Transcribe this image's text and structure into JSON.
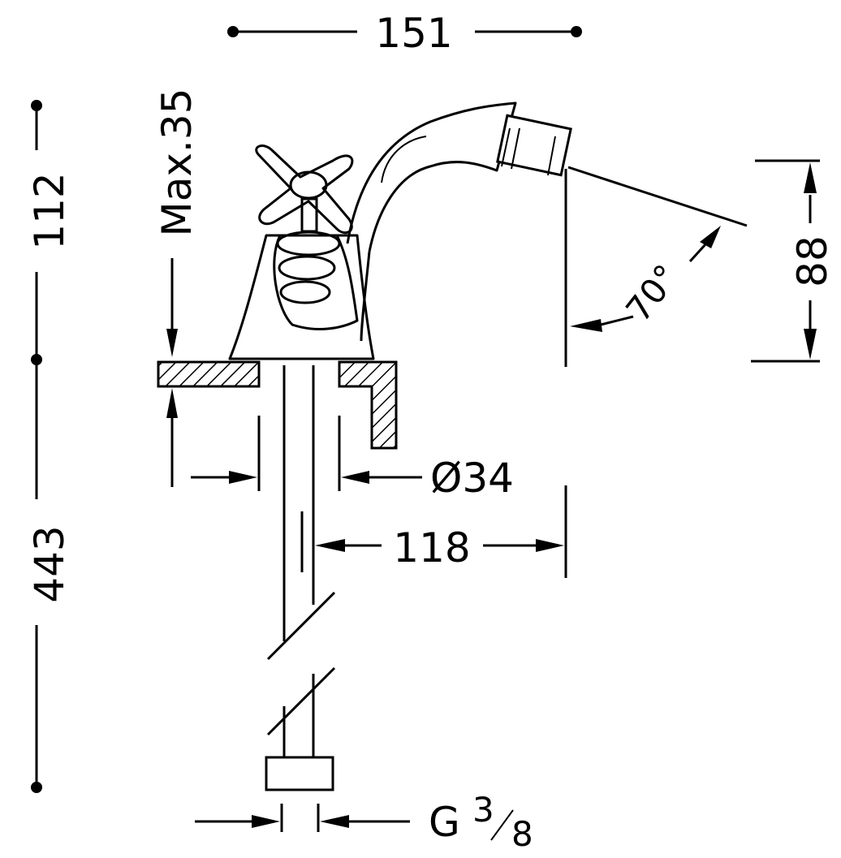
{
  "dimensions": {
    "overall_width": "151",
    "height_total": "112",
    "max_thickness": "Max.35",
    "outlet_height": "88",
    "spout_angle": "70°",
    "hole_diameter": "Ø34",
    "spout_reach": "118",
    "pipe_length": "443",
    "connection_thread": "G",
    "connection_fraction_num": "3",
    "connection_fraction_den": "8"
  }
}
